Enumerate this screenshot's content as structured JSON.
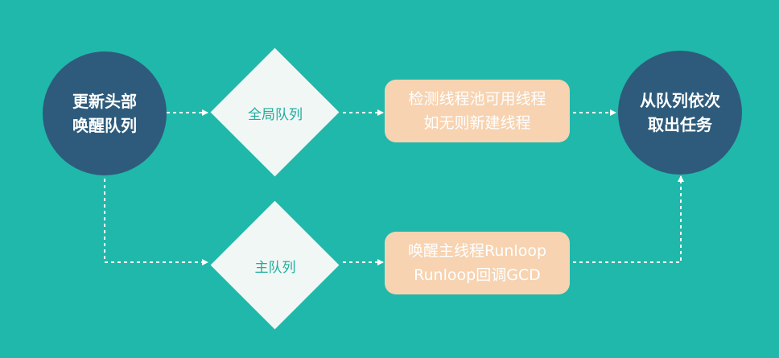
{
  "nodes": {
    "start": {
      "line1": "更新头部",
      "line2": "唤醒队列"
    },
    "global_queue": {
      "label": "全局队列"
    },
    "main_queue": {
      "label": "主队列"
    },
    "thread_pool": {
      "line1": "检测线程池可用线程",
      "line2": "如无则新建线程"
    },
    "runloop": {
      "line1": "唤醒主线程Runloop",
      "line2": "Runloop回调GCD"
    },
    "end": {
      "line1": "从队列依次",
      "line2": "取出任务"
    }
  },
  "colors": {
    "background": "#20b8aa",
    "circle": "#2e5b7b",
    "diamond": "#f1f7f5",
    "diamond_text": "#1fae9f",
    "box": "#f7d3b1",
    "connector": "#ffffff"
  }
}
